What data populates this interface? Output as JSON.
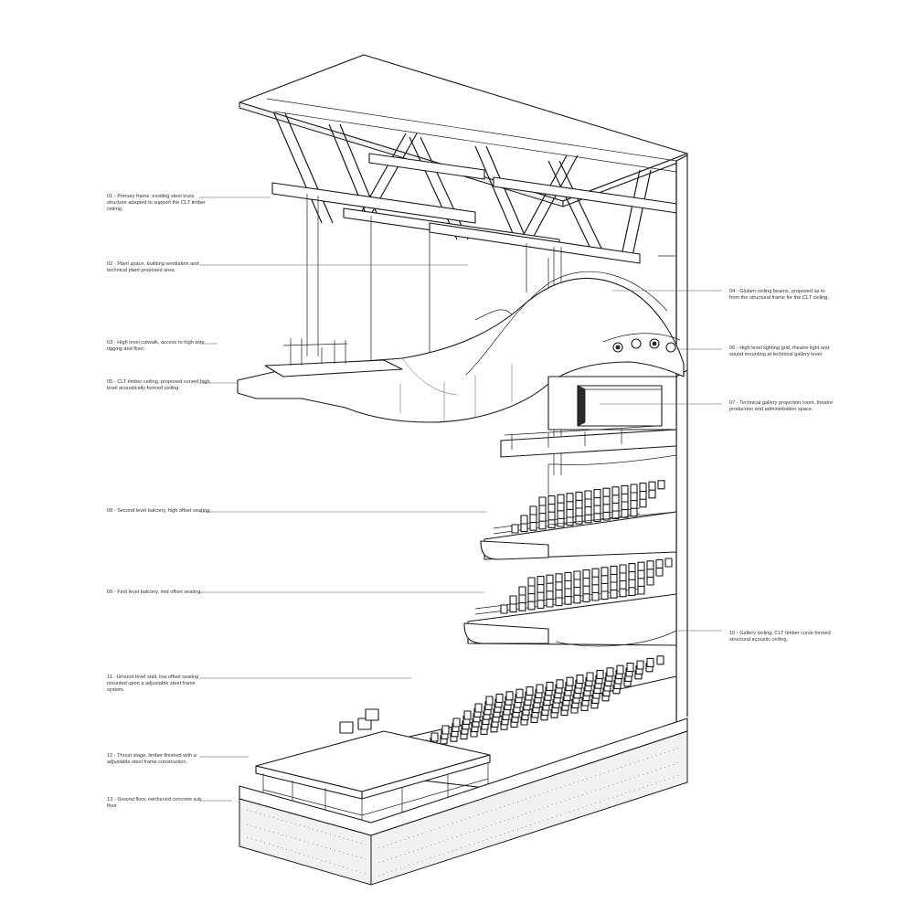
{
  "annotations": [
    {
      "id": "01",
      "text": "01 - Primary frame, existing steel truss structure adapted to support the CLT timber ceiling."
    },
    {
      "id": "02",
      "text": "02 - Plant space, building ventilation and technical plant proposed area."
    },
    {
      "id": "03",
      "text": "03 - High level catwalk, access to high wire rigging and floor."
    },
    {
      "id": "04",
      "text": "04 - Glulam ceiling beams, proposed as to from the structural frame for the CLT ceiling."
    },
    {
      "id": "05",
      "text": "05 - CLT timber ceiling, proposed curved high level acoustically formed ceiling."
    },
    {
      "id": "06",
      "text": "06 - High level lighting grid, theatre light and sound mounting at technical gallery level."
    },
    {
      "id": "07",
      "text": "07 - Technical gallery projection room, theatre production and administration space."
    },
    {
      "id": "08",
      "text": "08 - Second level balcony, high offset seating."
    },
    {
      "id": "09",
      "text": "09 - First level balcony, mid offset seating."
    },
    {
      "id": "10",
      "text": "10 - Gallery ceiling, CLT timber curve formed structural acoustic ceiling."
    },
    {
      "id": "11",
      "text": "11 - Ground level stall, low offset seating mounted upon a adjustable steel frame system."
    },
    {
      "id": "12",
      "text": "12 - Thrust stage, timber finished with a adjustable steel frame construction."
    },
    {
      "id": "13",
      "text": "13 - Ground floor, reinforced concrete sub floor."
    }
  ]
}
